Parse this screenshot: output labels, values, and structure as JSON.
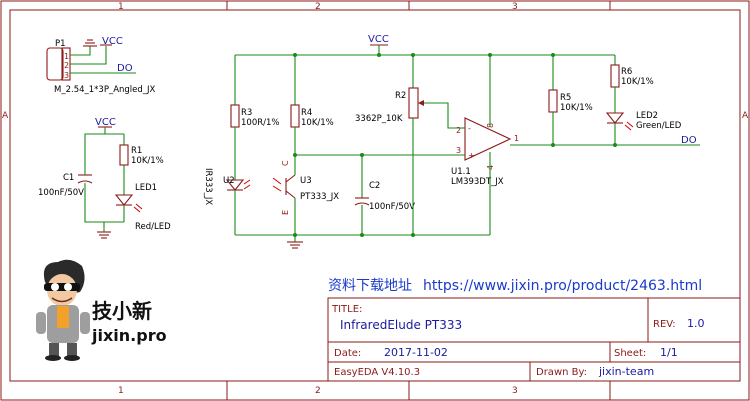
{
  "frame": {
    "columns": [
      "1",
      "2",
      "3"
    ],
    "rows": [
      "A"
    ]
  },
  "nets": {
    "vcc": "VCC",
    "do": "DO"
  },
  "components": {
    "p1": {
      "ref": "P1",
      "value": "M_2.54_1*3P_Angled_JX",
      "pins": [
        "1",
        "2",
        "3"
      ]
    },
    "r1": {
      "ref": "R1",
      "value": "10K/1%"
    },
    "c1": {
      "ref": "C1",
      "value": "100nF/50V"
    },
    "led1": {
      "ref": "LED1",
      "value": "Red/LED"
    },
    "r3": {
      "ref": "R3",
      "value": "100R/1%"
    },
    "u2": {
      "ref": "U2",
      "value": "IR333_JX"
    },
    "r4": {
      "ref": "R4",
      "value": "10K/1%"
    },
    "u3": {
      "ref": "U3",
      "value": "PT333_JX",
      "pin_c": "C",
      "pin_e": "E"
    },
    "c2": {
      "ref": "C2",
      "value": "100nF/50V"
    },
    "r2": {
      "ref": "R2",
      "value": "3362P_10K"
    },
    "u1": {
      "ref": "U1.1",
      "value": "LM393DT_JX",
      "pins": [
        "2",
        "3",
        "8",
        "4",
        "1"
      ],
      "minus": "-",
      "plus": "+"
    },
    "r5": {
      "ref": "R5",
      "value": "10K/1%"
    },
    "r6": {
      "ref": "R6",
      "value": "10K/1%"
    },
    "led2": {
      "ref": "LED2",
      "value": "Green/LED"
    }
  },
  "download": {
    "label": "资料下载地址",
    "url": "https://www.jixin.pro/product/2463.html"
  },
  "logo": {
    "brand_cn": "技小新",
    "brand_en": "jixin.pro"
  },
  "title_block": {
    "title_label": "TITLE:",
    "title": "InfraredElude PT333",
    "rev_label": "REV:",
    "rev": "1.0",
    "date_label": "Date:",
    "date": "2017-11-02",
    "sheet_label": "Sheet:",
    "sheet": "1/1",
    "tool": "EasyEDA V4.10.3",
    "drawn_label": "Drawn By:",
    "drawn_by": "jixin-team"
  },
  "colors": {
    "wire": "#1a8a1a",
    "part": "#8b1a1a",
    "label": "#000080",
    "title_text": "#1a1aa0"
  }
}
